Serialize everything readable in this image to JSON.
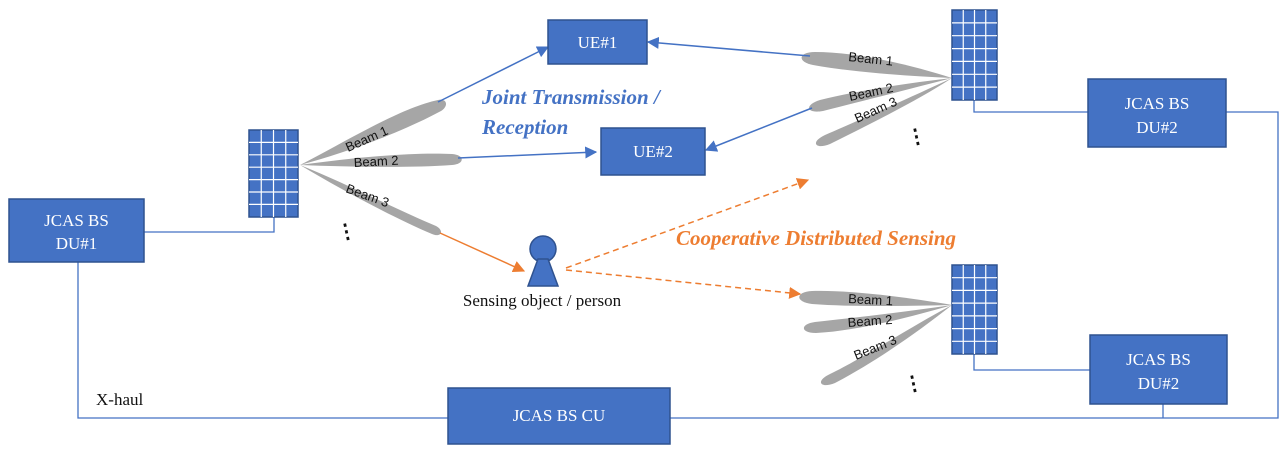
{
  "colors": {
    "box_fill": "#4472c4",
    "box_stroke": "#2f528f",
    "link": "#4472c4",
    "sensing": "#ed7d31",
    "beam": "#a6a6a6"
  },
  "boxes": {
    "du1": [
      "JCAS BS",
      "DU#1"
    ],
    "du2_top": [
      "JCAS BS",
      "DU#2"
    ],
    "du2_bottom": [
      "JCAS BS",
      "DU#2"
    ],
    "cu": "JCAS BS CU",
    "ue1": "UE#1",
    "ue2": "UE#2"
  },
  "beams": {
    "left": [
      "Beam 1",
      "Beam 2",
      "Beam 3"
    ],
    "top_right": [
      "Beam 1",
      "Beam 2",
      "Beam 3"
    ],
    "bottom_right": [
      "Beam 1",
      "Beam 2",
      "Beam 3"
    ]
  },
  "labels": {
    "joint_line1": "Joint Transmission /",
    "joint_line2": "Reception",
    "cooperative": "Cooperative Distributed Sensing",
    "sensing_object": "Sensing object / person",
    "xhaul": "X-haul",
    "ellipsis": "⋮"
  },
  "icons": {
    "antenna": "antenna-panel-icon",
    "person": "person-icon"
  }
}
